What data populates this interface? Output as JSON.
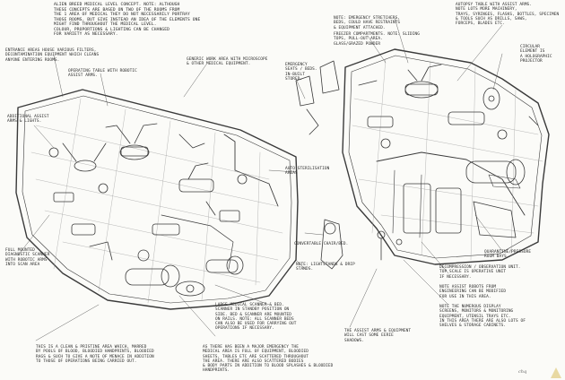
{
  "notes": {
    "title": "ALIEN BREED MEDICAL LEVEL CONCEPT. NOTE: ALTHOUGH\nTHESE CONCEPTS ARE BASED ON TWO OF THE ROOMS FROM\nTHE 1 AREA OF MEDICAL THEY DO NOT NECESSARILY PORTRAY\nTHOSE ROOMS, BUT GIVE INSTEAD AN IDEA OF THE ELEMENTS ONE\nMIGHT FIND THROUGHOUT THE MEDICAL LEVEL.\nCOLOUR, PROPORTIONS & LIGHTING CAN BE CHANGED\nFOR VARIETY AS NECESSARY.",
    "entrance": "ENTRANCE AREAS HOUSE VARIOUS FILTERS,\nDECONTAMINATION EQUIPMENT WHICH CLEANS\nANYONE ENTERING ROOMS.",
    "operating": "OPERATING TABLE WITH ROBOTIC\nASSIST ARMS.",
    "generic_work": "GENERIC WORK AREA WITH MICROSCOPE\n& OTHER MEDICAL EQUIPMENT.",
    "emergency_seats": "EMERGENCY\nSEATS / BEDS.\nIN-BUILT\nSTORED.",
    "additional_arms": "ADDITIONAL ASSIST\nARMS & LIGHTS.",
    "auto_steriliser": "AUTO STERILISATION\nAREAS",
    "full_mounted": "FULL MOUNTED\nDIAGNOSTIC SCANNER\nWITH ROBOTIC ARMS\nINTO SCAN AREA",
    "convertable": "CONVERTABLE CHAIR/BED.",
    "lightstands": "NOTE: LIGHTSTANDS & DRIP\nSTANDS.",
    "large_medical": "LARGE MEDICAL SCANNER & BED.\nSCANNER IN STANDBY POSITION ON\nSIDE. BED & SCANNER ARE MOUNTED\nON RAILS. NOTE: ALL SCANNER BEDS\nCAN ALSO BE USED FOR CARRYING OUT\nOPERATIONS IF NECESSARY.",
    "clean_area": "THIS IS A CLEAN & PRISTINE AREA WHICH, MARRED\nBY POOLS OF BLOOD, BLOODIED HANDPRINTS, BLOODIED\nRAGS & SUCH TO GIVE A NOTE OF MENACE IN ADDITION\nTO THOSE OF OPERATIONS BEING CARRIED OUT.",
    "major_emergency": "AS THERE HAS BEEN A MAJOR EMERGENCY THE\nMEDICAL AREA IS FULL OF EQUIPMENT, BLOODIED\nSHEETS, TABLES ETC ARE SCATTERED THROUGHOUT\nTHE AREA. THERE ARE ALSO SCATTERED BODIES\n& BODY PARTS IN ADDITION TO BLOOD SPLASHES & BLOODIED\nHANDPRINTS.",
    "assist_arms": "THE ASSIST ARMS & EQUIPMENT\nWILL CAST SOME EERIE\nSHADOWS.",
    "emergency_stretchers": "NOTE: EMERGENCY STRETCHERS,\nBEDS, COULD HAVE RESTRAINTS\n& EQUIPMENT ATTACHED.",
    "freezer": "FREEZER COMPARTMENTS. NOTE: SLIDING\nTOPS, PULL-OUT AREA.\nGLASS/GRAZED POWDER",
    "autopsy": "AUTOPSY TABLE WITH ASSIST ARMS.\nNOTE LOTS MORE MACHINERY,\nTRAYS, SYRINGES, FLASKS, BOTTLES, SPECIMEN\n& TOOLS SUCH AS DRILLS, SAWS,\nFORCEPS, BLADES ETC.",
    "circular": "CIRCULAR\nELEMENT IS\nA HOLOGRAPHIC\nPROJECTOR",
    "quarantine": "QUARANTINE/PRESSURE\nROOM BAYS",
    "decompression": "DECOMPRESSION / OBSERVATION UNIT.\nTOP SCALE IS OPERATIVE UNIT\nIF NECESSARY.",
    "robots": "NOTE ASSIST ROBOTS FROM\nENGINEERING CAN BE MODIFIED\nFOR USE IN THIS AREA.",
    "numerous": "NOTE THE NUMEROUS DISPLAY\nSCREENS, MONITORS & MONITORING\nEQUIPMENT, UTENSIL TRAYS ETC.\nIN THIS AREA THERE ARE ALSO LOTS OF\nSHELVES & STORAGE CABINETS.",
    "signature": "chq"
  }
}
